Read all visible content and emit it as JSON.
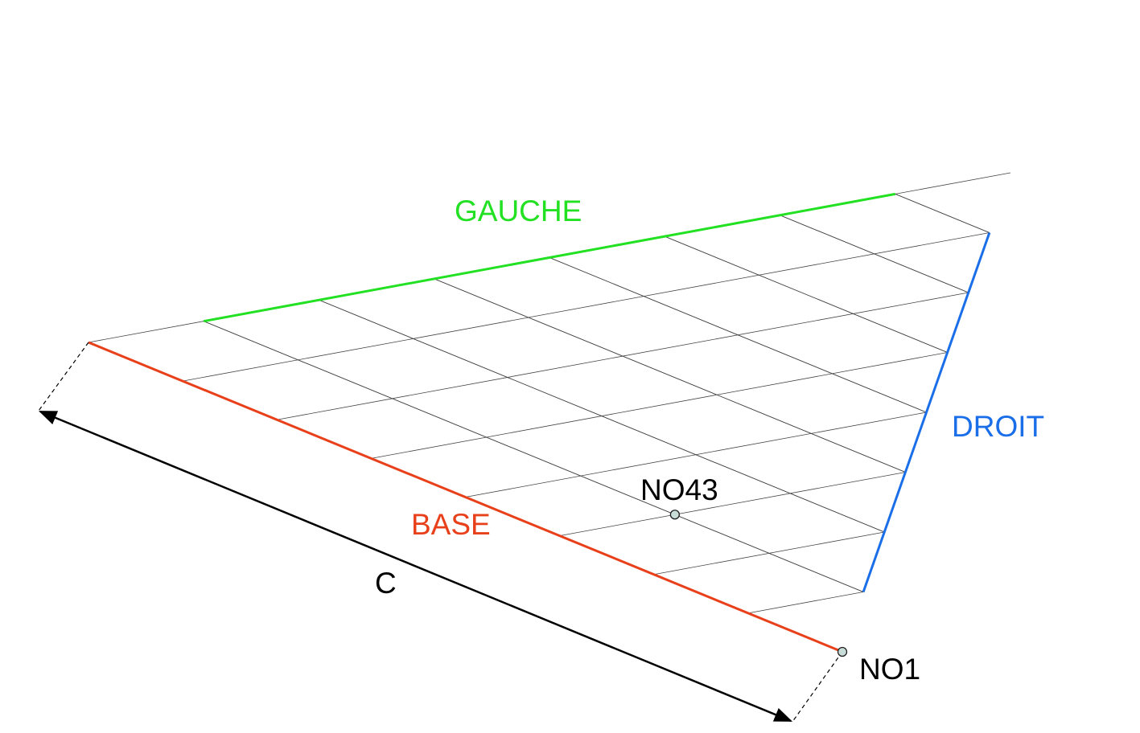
{
  "labels": {
    "left_edge": "GAUCHE",
    "right_edge": "DROIT",
    "base_edge": "BASE",
    "dimension": "C",
    "node_inner": "NO43",
    "node_corner": "NO1"
  },
  "mesh": {
    "subdivisions": 8
  },
  "colors": {
    "left_edge": "#22e022",
    "right_edge": "#1a6ee8",
    "base_edge": "#e8401a",
    "grid": "#444444",
    "dimension": "#000000",
    "node_fill": "#c8dcd8",
    "text": "#000000"
  }
}
